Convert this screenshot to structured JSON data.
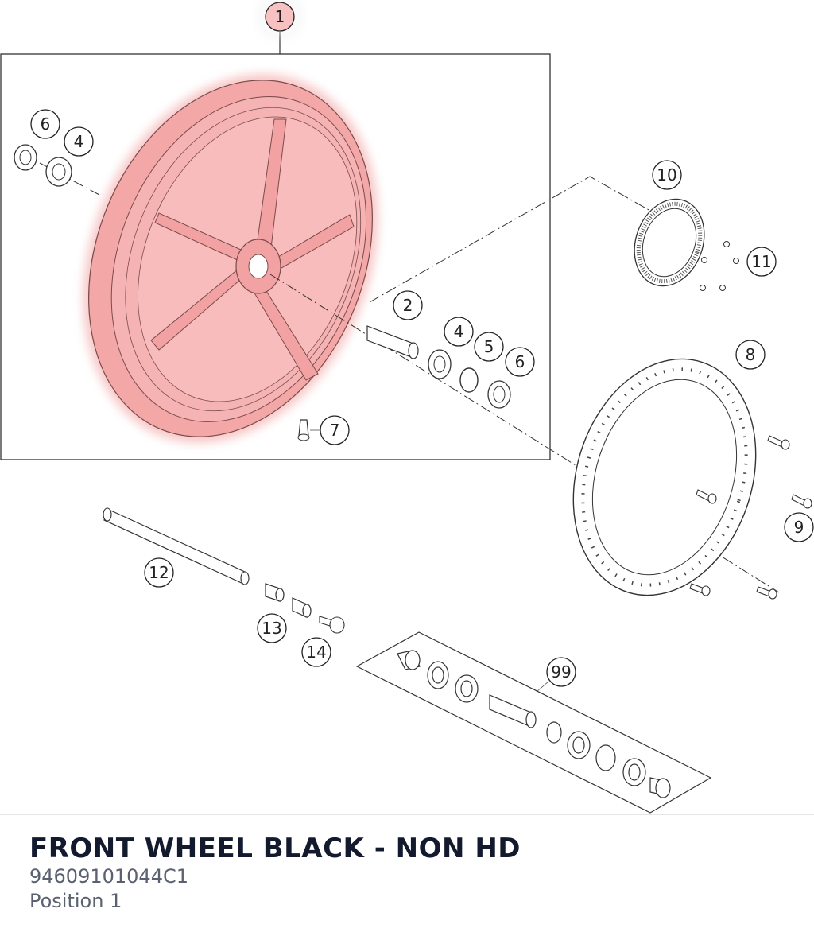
{
  "diagram": {
    "callouts": [
      {
        "id": "c1",
        "label": "1",
        "highlighted": true
      },
      {
        "id": "c2",
        "label": "2"
      },
      {
        "id": "c4a",
        "label": "4"
      },
      {
        "id": "c4b",
        "label": "4"
      },
      {
        "id": "c5",
        "label": "5"
      },
      {
        "id": "c6a",
        "label": "6"
      },
      {
        "id": "c6b",
        "label": "6"
      },
      {
        "id": "c7",
        "label": "7"
      },
      {
        "id": "c8",
        "label": "8"
      },
      {
        "id": "c9",
        "label": "9"
      },
      {
        "id": "c10",
        "label": "10"
      },
      {
        "id": "c11",
        "label": "11"
      },
      {
        "id": "c12",
        "label": "12"
      },
      {
        "id": "c13",
        "label": "13"
      },
      {
        "id": "c14",
        "label": "14"
      },
      {
        "id": "c99",
        "label": "99"
      }
    ],
    "highlight_color": "#f29a9a"
  },
  "footer": {
    "title": "FRONT WHEEL BLACK - NON HD",
    "part_number": "94609101044C1",
    "position": "Position 1"
  }
}
